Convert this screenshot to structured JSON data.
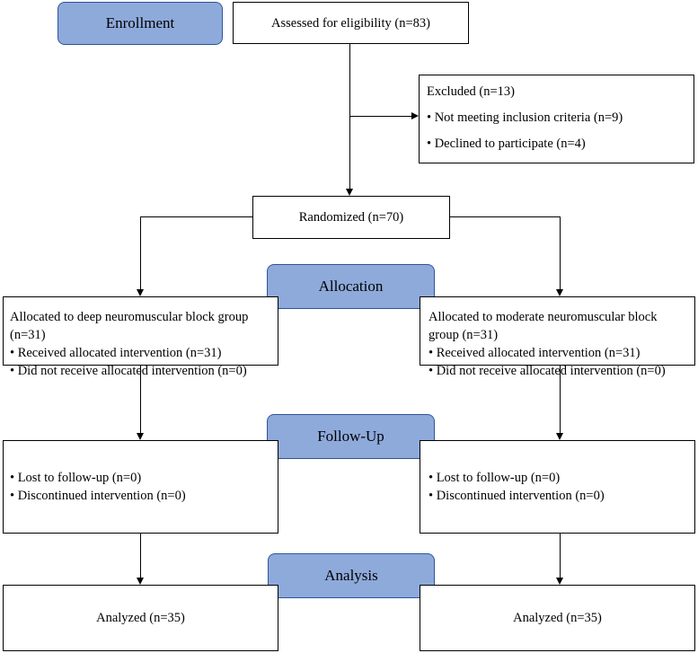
{
  "stages": {
    "enrollment": "Enrollment",
    "allocation": "Allocation",
    "followup": "Follow-Up",
    "analysis": "Analysis"
  },
  "assessed": "Assessed for eligibility (n=83)",
  "excluded": {
    "title": "Excluded  (n=13)",
    "items": [
      "• Not meeting inclusion criteria (n=9)",
      "• Declined to participate (n=4)"
    ]
  },
  "randomized": "Randomized (n=70)",
  "allocation_left": {
    "title": "Allocated to deep neuromuscular block group (n=31)",
    "items": [
      "• Received allocated intervention (n=31)",
      "• Did not receive allocated intervention (n=0)"
    ]
  },
  "allocation_right": {
    "title": "Allocated to moderate neuromuscular block group (n=31)",
    "items": [
      "• Received allocated intervention (n=31)",
      "• Did not receive allocated intervention (n=0)"
    ]
  },
  "followup_left": {
    "items": [
      "• Lost to follow-up (n=0)",
      "• Discontinued intervention (n=0)"
    ]
  },
  "followup_right": {
    "items": [
      "• Lost to follow-up (n=0)",
      "• Discontinued intervention (n=0)"
    ]
  },
  "analysis_left": "Analyzed  (n=35)",
  "analysis_right": "Analyzed  (n=35)"
}
